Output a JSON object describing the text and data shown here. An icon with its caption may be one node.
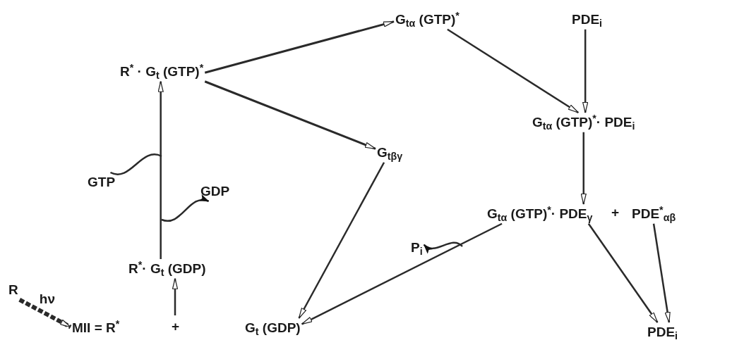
{
  "diagram": {
    "nodes": [
      {
        "text": [
          "R$^{*}$ · G$_{t}$ (GTP)$^{*}$"
        ]
      },
      {
        "text": [
          "G$_{tα}$ (GTP)$^{*}$"
        ]
      },
      {
        "text": [
          "PDE$_{i}$"
        ]
      },
      {
        "text": [
          "G$_{tα}$ (GTP)$^{*}$· PDE$_{i}$"
        ]
      },
      {
        "text": [
          "G$_{tβγ}$"
        ]
      },
      {
        "text": [
          "GTP"
        ]
      },
      {
        "text": [
          "GDP"
        ]
      },
      {
        "text": [
          "R$^{*}$· G$_{t}$ (GDP)"
        ]
      },
      {
        "text": [
          "R"
        ]
      },
      {
        "text": [
          "MII = R$^{*}$"
        ]
      },
      {
        "text": [
          "G$_{t}$ (GDP)"
        ]
      },
      {
        "text": [
          "G$_{tα}$ (GTP)$^{*}$· PDE$_{γ}$"
        ]
      },
      {
        "text": [
          "PDE$^{*}$$_{αβ}$"
        ]
      },
      {
        "text": [
          "P$_{i}$"
        ]
      },
      {
        "text": [
          "PDE$_{i}$"
        ]
      }
    ],
    "edges": [
      {
        "from": 0,
        "to": 1,
        "arrow": "to"
      },
      {
        "from": 0,
        "to": 4,
        "arrow": "to"
      },
      {
        "from": 1,
        "to": 3,
        "arrow": "to"
      },
      {
        "from": 2,
        "to": 3,
        "arrow": "to"
      },
      {
        "from": 3,
        "to": 11,
        "arrow": "to"
      },
      {
        "from": 7,
        "to": 0,
        "arrow": "to"
      },
      {
        "from": null,
        "to": 7,
        "arrow": "to"
      },
      {
        "from": 4,
        "to": 10,
        "arrow": "to"
      },
      {
        "from": 11,
        "to": 10,
        "arrow": "to"
      },
      {
        "from": 11,
        "to": 14,
        "arrow": "to"
      },
      {
        "from": 12,
        "to": 14,
        "arrow": "to"
      },
      {
        "from": 8,
        "to": 9,
        "arrow": "to",
        "style": "dashed",
        "label": "hν"
      },
      {
        "from": 5,
        "to": null,
        "arrow": "none"
      },
      {
        "from": null,
        "to": 6,
        "arrow": "to"
      },
      {
        "from": null,
        "to": 13,
        "arrow": "to"
      }
    ],
    "labels": [
      "+",
      "+"
    ]
  }
}
